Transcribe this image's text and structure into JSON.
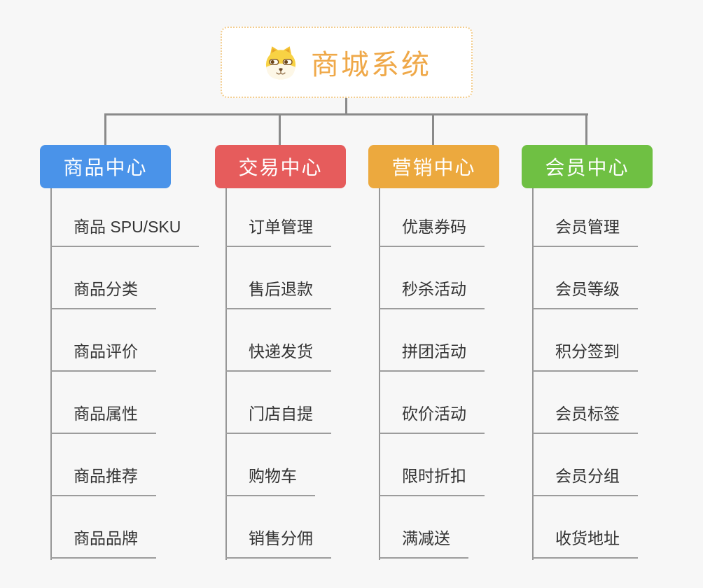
{
  "root": {
    "title": "商城系统",
    "icon": "dog-face-icon",
    "title_color": "#efa848",
    "border_color": "#f3cd8e"
  },
  "branches": [
    {
      "label": "商品中心",
      "color": "#4a93e9",
      "items": [
        "商品 SPU/SKU",
        "商品分类",
        "商品评价",
        "商品属性",
        "商品推荐",
        "商品品牌"
      ]
    },
    {
      "label": "交易中心",
      "color": "#e65c5c",
      "items": [
        "订单管理",
        "售后退款",
        "快递发货",
        "门店自提",
        "购物车",
        "销售分佣"
      ]
    },
    {
      "label": "营销中心",
      "color": "#eca93e",
      "items": [
        "优惠券码",
        "秒杀活动",
        "拼团活动",
        "砍价活动",
        "限时折扣",
        "满减送"
      ]
    },
    {
      "label": "会员中心",
      "color": "#6fc043",
      "items": [
        "会员管理",
        "会员等级",
        "积分签到",
        "会员标签",
        "会员分组",
        "收货地址"
      ]
    }
  ],
  "colors": {
    "background": "#f7f7f7",
    "connector": "#8a8a8a",
    "underline": "#9c9c9c",
    "leaf_text": "#333333"
  }
}
